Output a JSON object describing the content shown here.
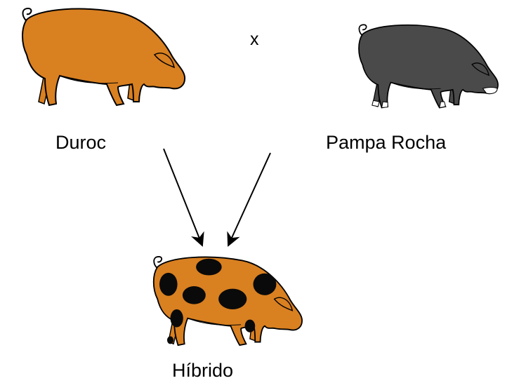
{
  "labels": {
    "parent_left": "Duroc",
    "parent_right": "Pampa Rocha",
    "cross_symbol": "x",
    "offspring": "Híbrido"
  },
  "colors": {
    "duroc": "#d98021",
    "pampa": "#4a4a4a",
    "spots": "#0a0a0a",
    "white_markings": "#ffffff",
    "outline": "#000000",
    "arrow": "#000000"
  },
  "icons": {
    "parent_left": "pig-icon",
    "parent_right": "pig-icon",
    "offspring": "spotted-pig-icon"
  }
}
